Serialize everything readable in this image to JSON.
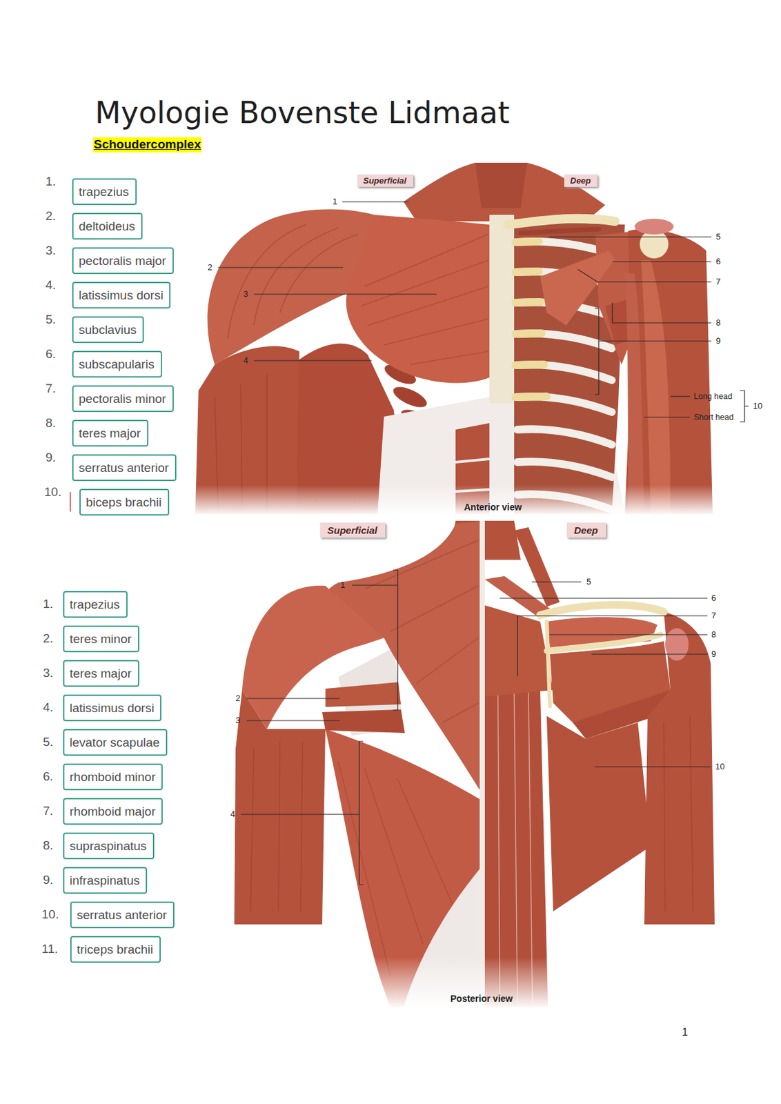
{
  "diagram": {
    "title": "Myologie Bovenste Lidmaat",
    "nodes": [
      {
        "text": [
          "trapezius"
        ]
      },
      {
        "text": [
          "deltoideus"
        ]
      },
      {
        "text": [
          "pectoralis major"
        ]
      },
      {
        "text": [
          "latissimus dorsi"
        ]
      },
      {
        "text": [
          "subclavius"
        ]
      },
      {
        "text": [
          "subscapularis"
        ]
      },
      {
        "text": [
          "pectoralis minor"
        ]
      },
      {
        "text": [
          "teres major"
        ]
      },
      {
        "text": [
          "serratus anterior"
        ]
      },
      {
        "text": [
          "biceps brachii"
        ]
      },
      {
        "text": [
          "Superficial"
        ]
      },
      {
        "text": [
          "Deep"
        ]
      },
      {
        "text": [
          "trapezius"
        ]
      },
      {
        "text": [
          "teres minor"
        ]
      },
      {
        "text": [
          "teres major"
        ]
      },
      {
        "text": [
          "latissimus dorsi"
        ]
      },
      {
        "text": [
          "levator scapulae"
        ]
      },
      {
        "text": [
          "rhomboid minor"
        ]
      },
      {
        "text": [
          "rhomboid major"
        ]
      },
      {
        "text": [
          "supraspinatus"
        ]
      },
      {
        "text": [
          "infraspinatus"
        ]
      },
      {
        "text": [
          "serratus anterior"
        ]
      },
      {
        "text": [
          "triceps brachii"
        ]
      },
      {
        "text": [
          "Superficial"
        ]
      },
      {
        "text": [
          "Deep"
        ]
      }
    ],
    "labels": [
      "Schoudercomplex",
      "1.",
      "2.",
      "3.",
      "4.",
      "5.",
      "6.",
      "7.",
      "8.",
      "9.",
      "10.",
      "1",
      "2",
      "3",
      "4",
      "5",
      "6",
      "7",
      "8",
      "9",
      "Long head",
      "Short head",
      "10",
      "Anterior view",
      "1.",
      "2.",
      "3.",
      "4.",
      "5.",
      "6.",
      "7.",
      "8.",
      "9.",
      "10.",
      "11.",
      "1",
      "2",
      "3",
      "4",
      "5",
      "6",
      "7",
      "8",
      "9",
      "10",
      "Posterior view",
      "1"
    ]
  }
}
